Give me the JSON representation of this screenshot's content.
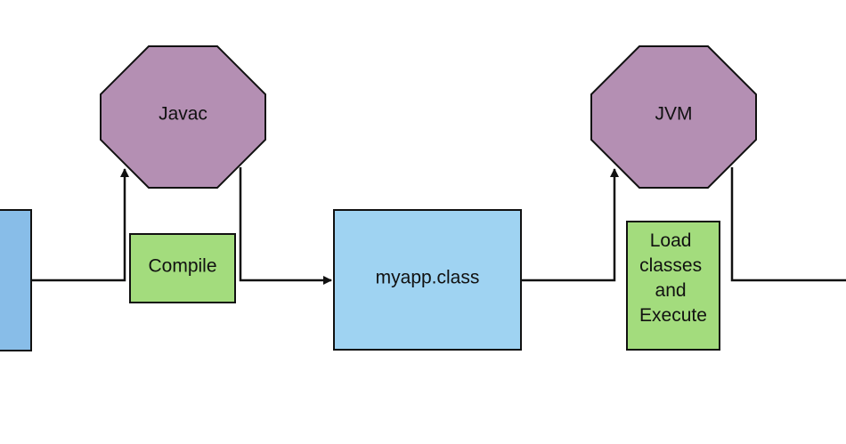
{
  "colors": {
    "source_file_fill": "#88bde8",
    "class_file_fill": "#9fd3f2",
    "process_fill": "#b48fb3",
    "action_fill": "#a3dc7d",
    "stroke": "#111111",
    "background": "#ffffff"
  },
  "nodes": {
    "javac": {
      "label": "Javac",
      "shape": "octagon"
    },
    "compile": {
      "label": "Compile",
      "shape": "rectangle"
    },
    "class_file": {
      "label": "myapp.class",
      "shape": "rectangle"
    },
    "jvm": {
      "label": "JVM",
      "shape": "octagon"
    },
    "load_execute": {
      "label_lines": [
        "Load",
        "classes",
        "and",
        "Execute"
      ],
      "shape": "rectangle"
    },
    "source_file": {
      "label": "",
      "shape": "rectangle"
    }
  }
}
